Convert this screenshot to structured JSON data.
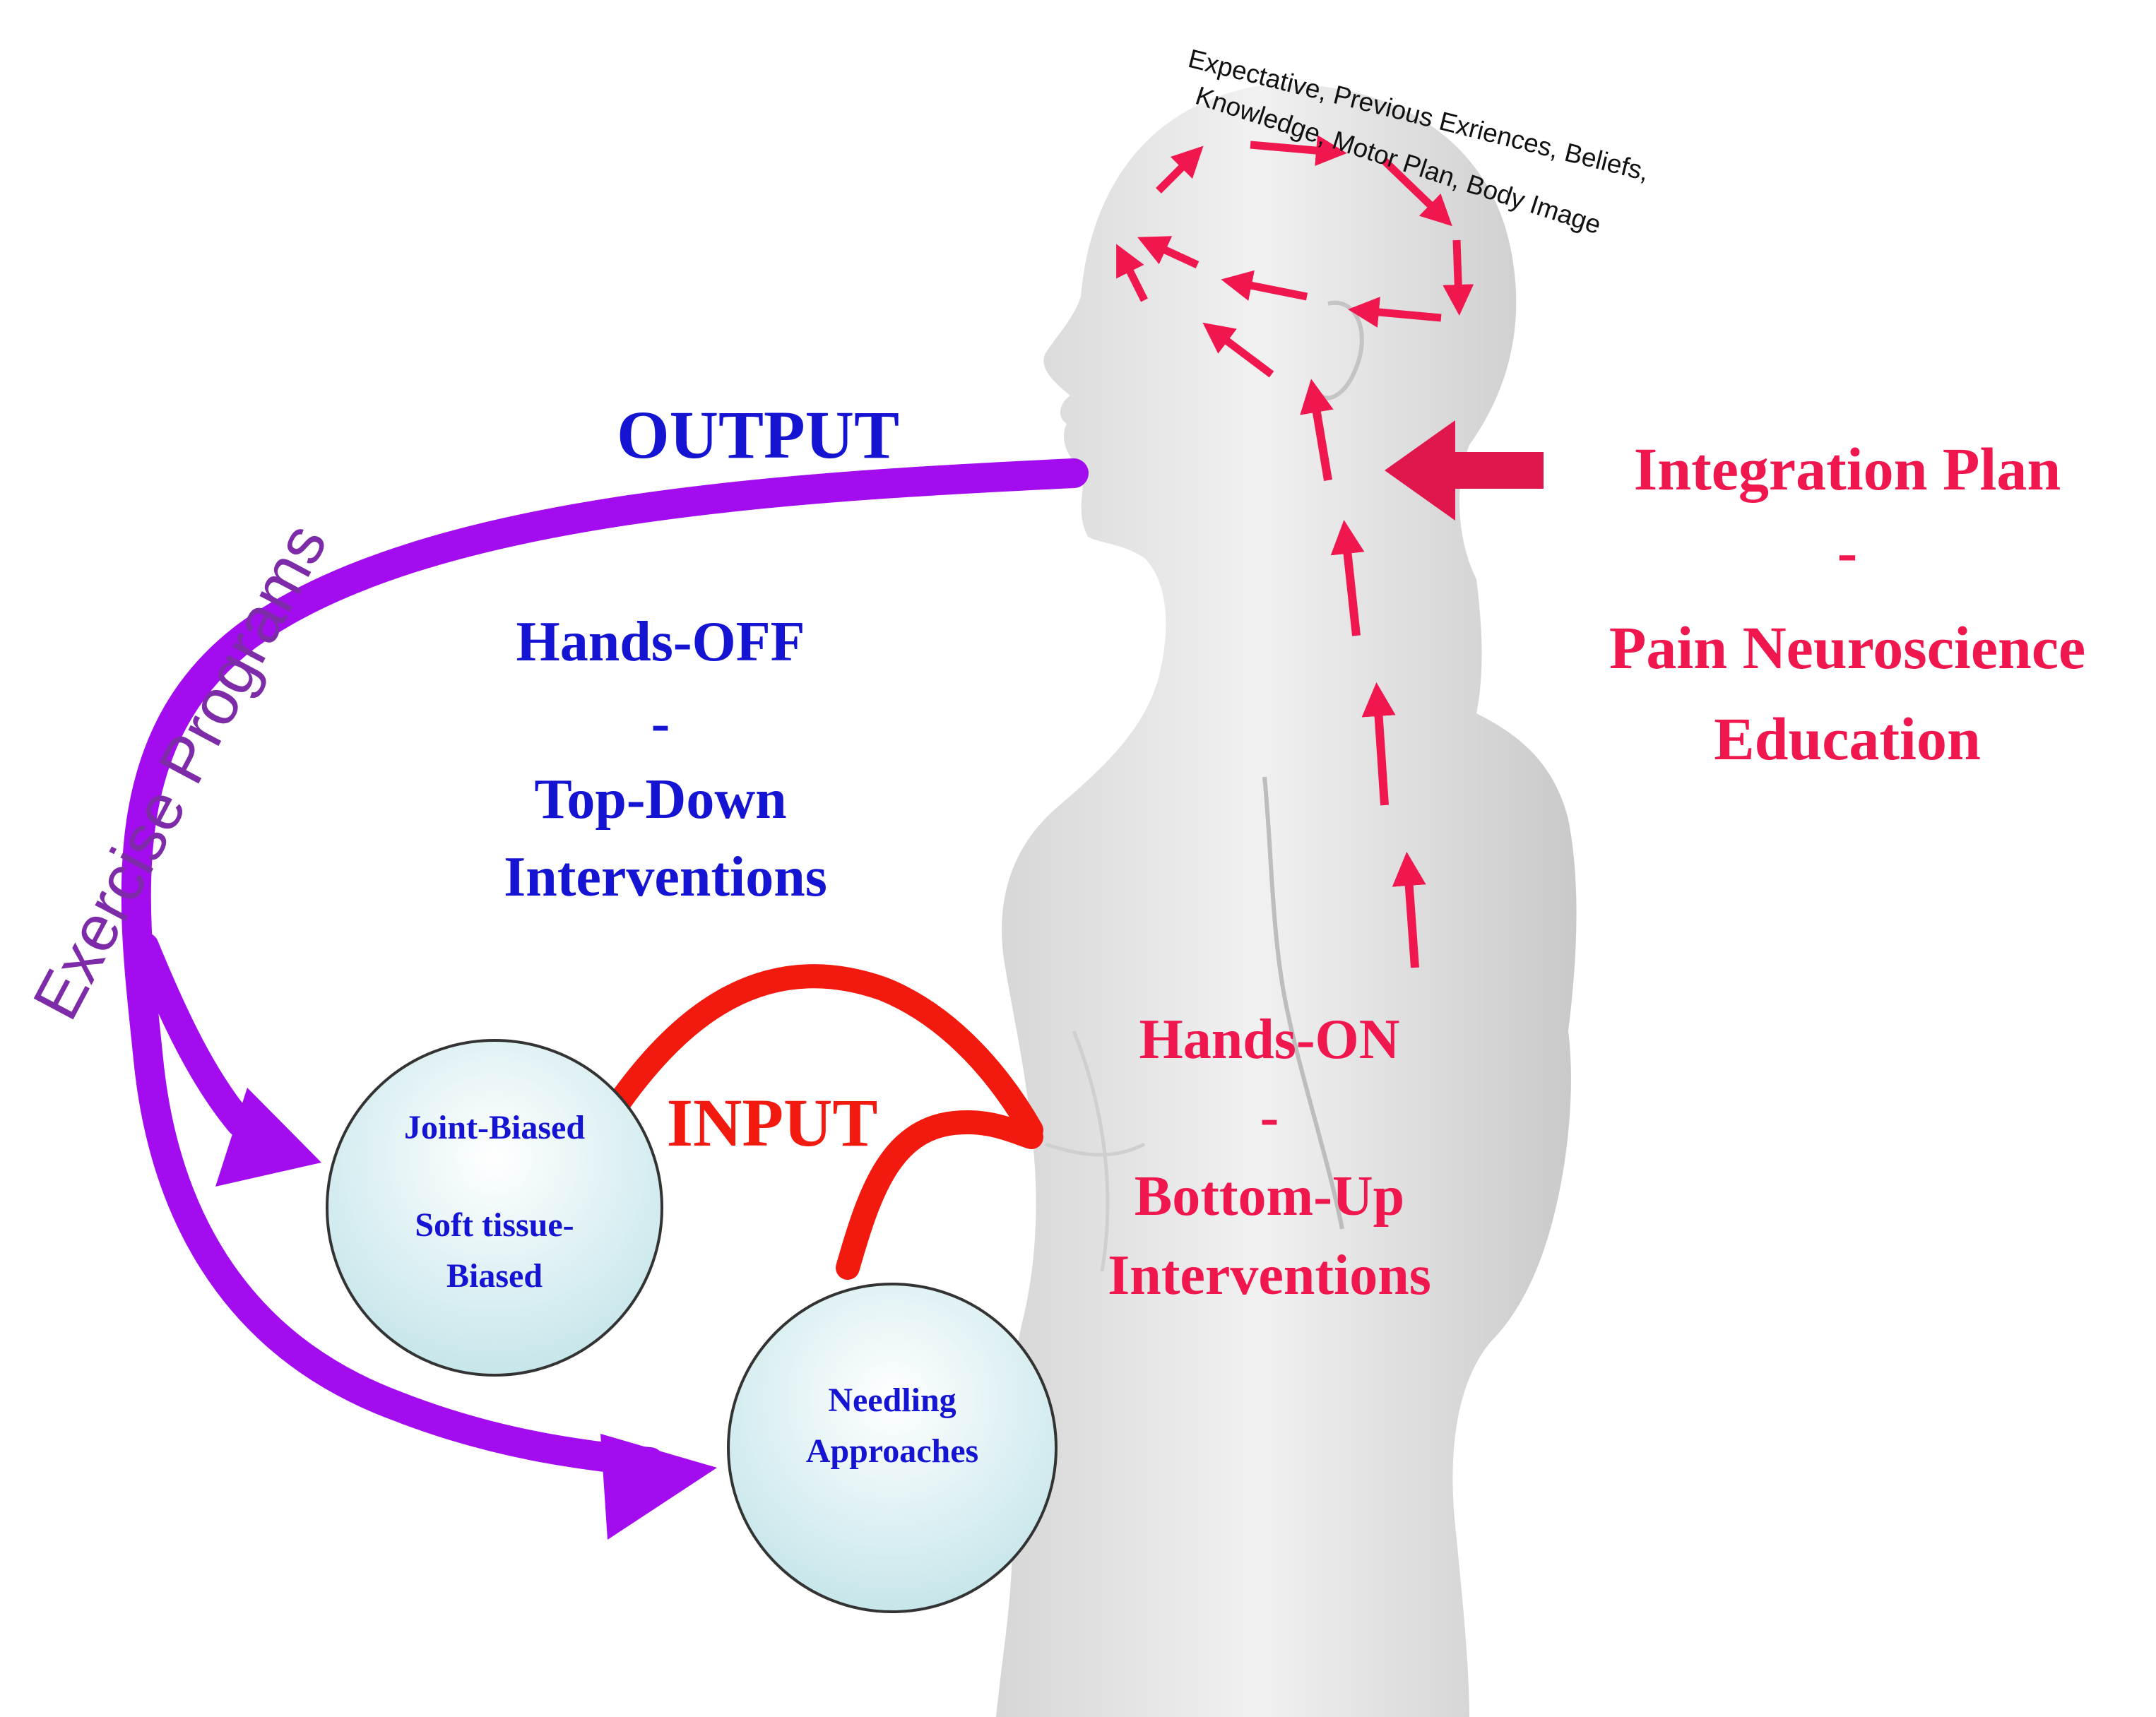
{
  "colors": {
    "blue": "#1414d2",
    "red": "#f0174f",
    "pure_red": "#f21a0e",
    "purple": "#a40cf0",
    "label_purple": "#7d2ba8",
    "circle_fill": "#d9eff2",
    "body": "#e4e4e4"
  },
  "brain_text": {
    "line1": "Expectative, Previous Exriences, Beliefs,",
    "line2": "Knowledge, Motor Plan, Body Image"
  },
  "output_label": "OUTPUT",
  "exercise_label": "Exercise Programs",
  "hands_off": {
    "line1": "Hands-OFF",
    "line2": "-",
    "line3": "Top-Down",
    "line4": "Interventions"
  },
  "integration": {
    "line1": "Integration Plan",
    "line2": "-",
    "line3": "Pain Neuroscience",
    "line4": "Education"
  },
  "input_label": "INPUT",
  "hands_on": {
    "line1": "Hands-ON",
    "line2": "-",
    "line3": "Bottom-Up",
    "line4": "Interventions"
  },
  "circle_joint": {
    "line1": "Joint-Biased",
    "line2": "Soft tissue-",
    "line3": "Biased"
  },
  "circle_needling": {
    "line1": "Needling",
    "line2": "Approaches"
  },
  "icons": [
    "brain-loop-arrows",
    "spine-arrows",
    "integration-arrow"
  ]
}
